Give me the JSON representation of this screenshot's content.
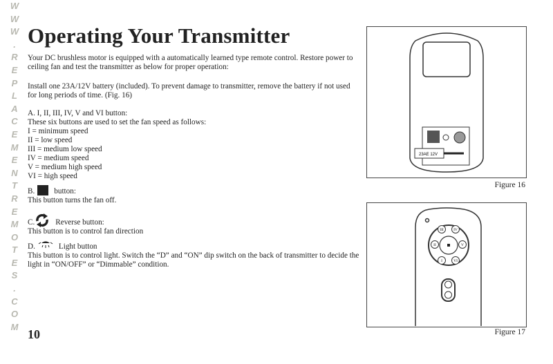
{
  "watermark": "WWW.REPLACEMENTREMOTES.COM",
  "title": "Operating Your Transmitter",
  "intro": "Your DC brushless motor  is equipped with a automatically learned type remote control. Restore power to ceiling fan and test the transmitter as below for proper operation:",
  "battery": "Install one 23A/12V battery (included). To prevent damage to transmitter, remove the battery if not used for long periods of time. (Fig. 16)",
  "section_a": {
    "heading": "A. I, II, III, IV, V and VI button:",
    "desc": "These six buttons are used to set the fan speed as follows:",
    "speeds": [
      "I = minimum speed",
      "II = low speed",
      "III = medium low speed",
      "IV = medium speed",
      "V = medium high speed",
      "VI = high speed"
    ]
  },
  "section_b": {
    "prefix": "B.",
    "label": "button:",
    "desc": "This button turns the fan off."
  },
  "section_c": {
    "prefix": "C.",
    "label": "Reverse button:",
    "desc": "This button is to control fan direction"
  },
  "section_d": {
    "prefix": "D.",
    "label": "Light button",
    "desc": "This button is to control light. Switch the “D” and “ON” dip switch on the back of transmitter to decide the light in “ON/OFF” or “Dimmable” condition."
  },
  "figure16": {
    "caption": "Figure 16",
    "battery_label": "23AE 12V"
  },
  "figure17": {
    "caption": "Figure 17",
    "buttons": [
      "III",
      "IV",
      "II",
      "V",
      "I",
      "VI"
    ]
  },
  "page_number": "10"
}
